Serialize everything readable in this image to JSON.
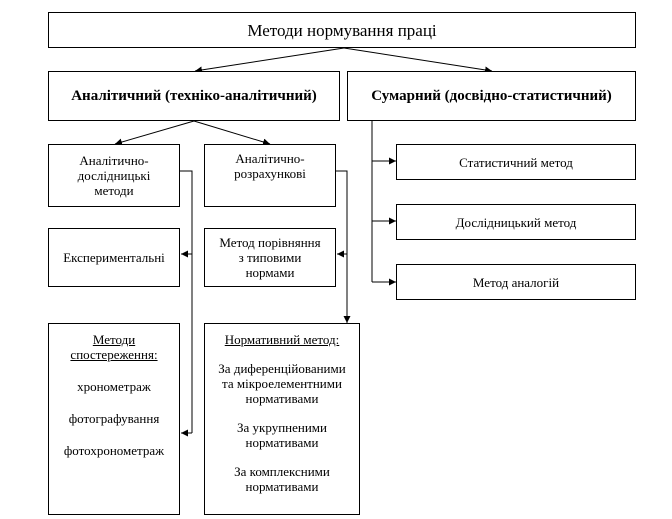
{
  "title": "Методи нормування праці",
  "analytic": {
    "label": "Аналітичний (техніко-аналітичний)",
    "research": {
      "label": [
        "Аналітично-",
        "дослідницькі",
        "методи"
      ]
    },
    "calc": {
      "label": [
        "Аналітично-",
        "розрахункові"
      ]
    },
    "experimental": "Експериментальні",
    "observation": {
      "heading": [
        "Методи",
        "спостереження:"
      ],
      "items": [
        "хронометраж",
        "фотографування",
        "фотохронометраж"
      ]
    },
    "comparison": {
      "label": [
        "Метод порівняння",
        "з типовими",
        "нормами"
      ]
    },
    "normative": {
      "heading": "Нормативний метод:",
      "items": [
        [
          "За диференційованими",
          "та мікроелементними",
          "нормативами"
        ],
        [
          "За укрупненими",
          "нормативами"
        ],
        [
          "За комплексними",
          "нормативами"
        ]
      ]
    }
  },
  "summary": {
    "label": "Сумарний (досвідно-статистичний)",
    "items": [
      "Статистичний метод",
      "Дослідницький метод",
      "Метод аналогій"
    ]
  }
}
